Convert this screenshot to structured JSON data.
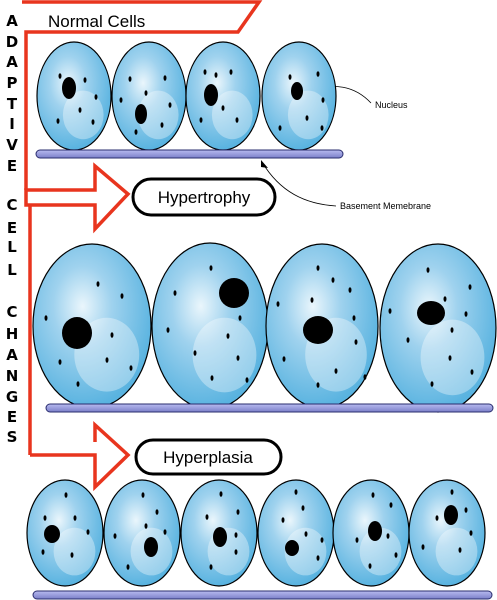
{
  "side_title_letters": [
    "A",
    "D",
    "A",
    "P",
    "T",
    "I",
    "V",
    "E",
    "",
    "C",
    "E",
    "L",
    "L",
    "",
    "C",
    "H",
    "A",
    "N",
    "G",
    "E",
    "S"
  ],
  "labels": {
    "normal": "Normal Cells",
    "hypertrophy": "Hypertrophy",
    "hyperplasia": "Hyperplasia",
    "nucleus": "Nucleus",
    "basement": "Basement Memebrane"
  },
  "colors": {
    "arrow": "#e8351e",
    "membrane_fill": "#7b7fc9",
    "membrane_stroke": "#2a2d6e",
    "cell_light": "#eaf6fc",
    "cell_mid": "#9fd2ee",
    "cell_dark": "#59b3e0",
    "outline": "#000000"
  }
}
